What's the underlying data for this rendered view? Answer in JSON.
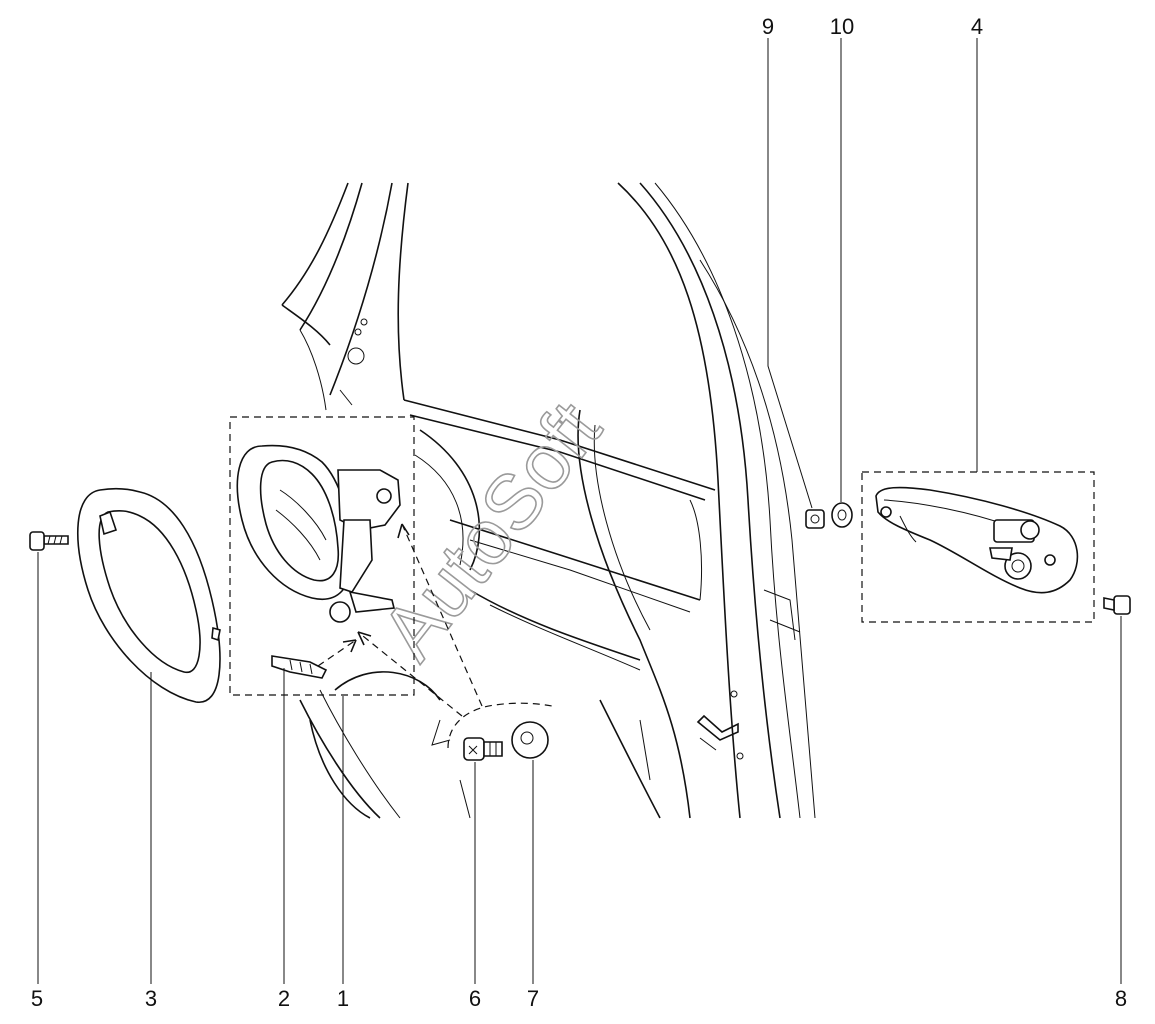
{
  "watermark": "AutoSoft",
  "callouts": {
    "c1": "1",
    "c2": "2",
    "c3": "3",
    "c4": "4",
    "c5": "5",
    "c6": "6",
    "c7": "7",
    "c8": "8",
    "c9": "9",
    "c10": "10"
  }
}
